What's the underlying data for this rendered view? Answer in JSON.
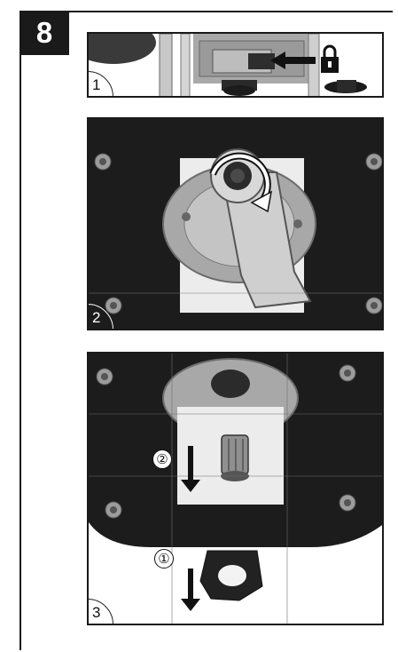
{
  "step": {
    "number": "8"
  },
  "panels": [
    {
      "number": "1"
    },
    {
      "number": "2"
    },
    {
      "number": "3",
      "callout_a": "①",
      "callout_b": "②"
    }
  ],
  "icons": {
    "lock": "lock-icon",
    "rotate": "clockwise-arrow-icon",
    "down_arrow": "down-arrow-icon",
    "left_arrow": "left-arrow-icon"
  },
  "colors": {
    "frame": "#1a1a1a",
    "plate": "#1c1c1c",
    "metal": "#b8b8b8",
    "background": "#ffffff"
  }
}
